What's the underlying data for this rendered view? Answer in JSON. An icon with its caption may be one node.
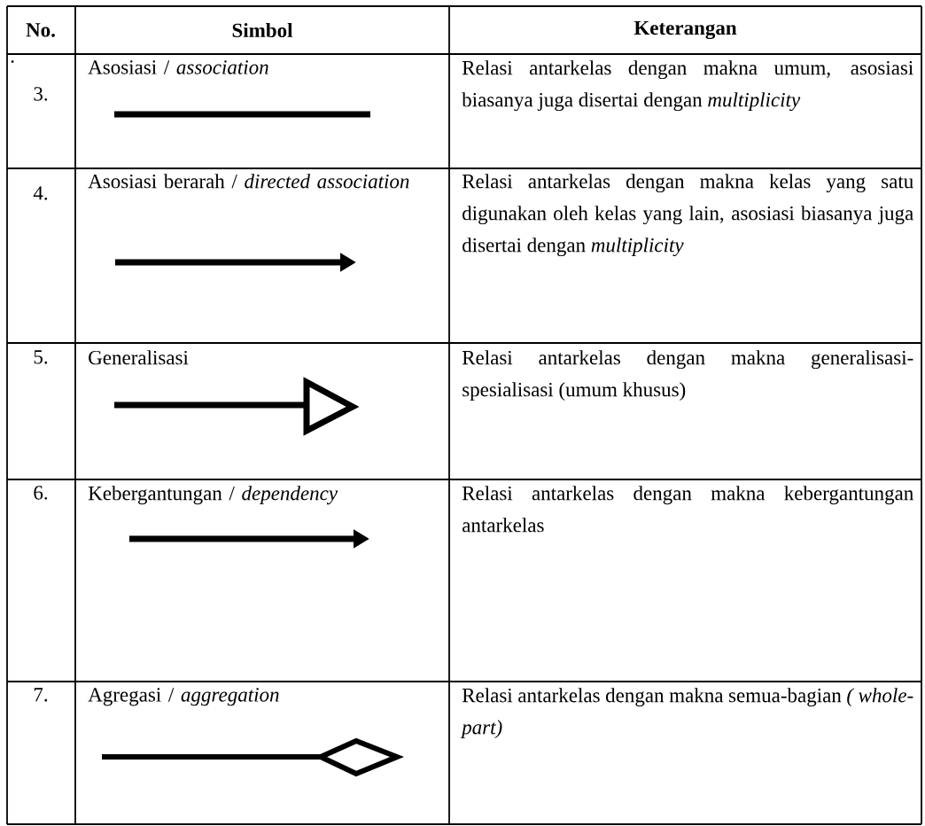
{
  "diagram": {
    "labels": [
      "No.",
      "Simbol",
      "Keterangan",
      ".",
      "3.",
      "Asosiasi / *association*",
      "Relasi antarkelas dengan makna umum, asosiasi biasanya juga disertai dengan *multiplicity*",
      "4.",
      "Asosiasi berarah / *directed association*",
      "Relasi antarkelas dengan makna kelas yang satu digunakan oleh kelas yang lain, asosiasi biasanya juga disertai dengan *multiplicity*",
      "5.",
      "Generalisasi",
      "Relasi antarkelas dengan makna generalisasi-spesialisasi (umum khusus)",
      "6.",
      "Kebergantungan / *dependency*",
      "Relasi antarkelas dengan makna kebergantungan antarkelas",
      "7.",
      "Agregasi / *aggregation*",
      "Relasi antarkelas dengan makna semua-bagian *( whole-part)*"
    ]
  }
}
